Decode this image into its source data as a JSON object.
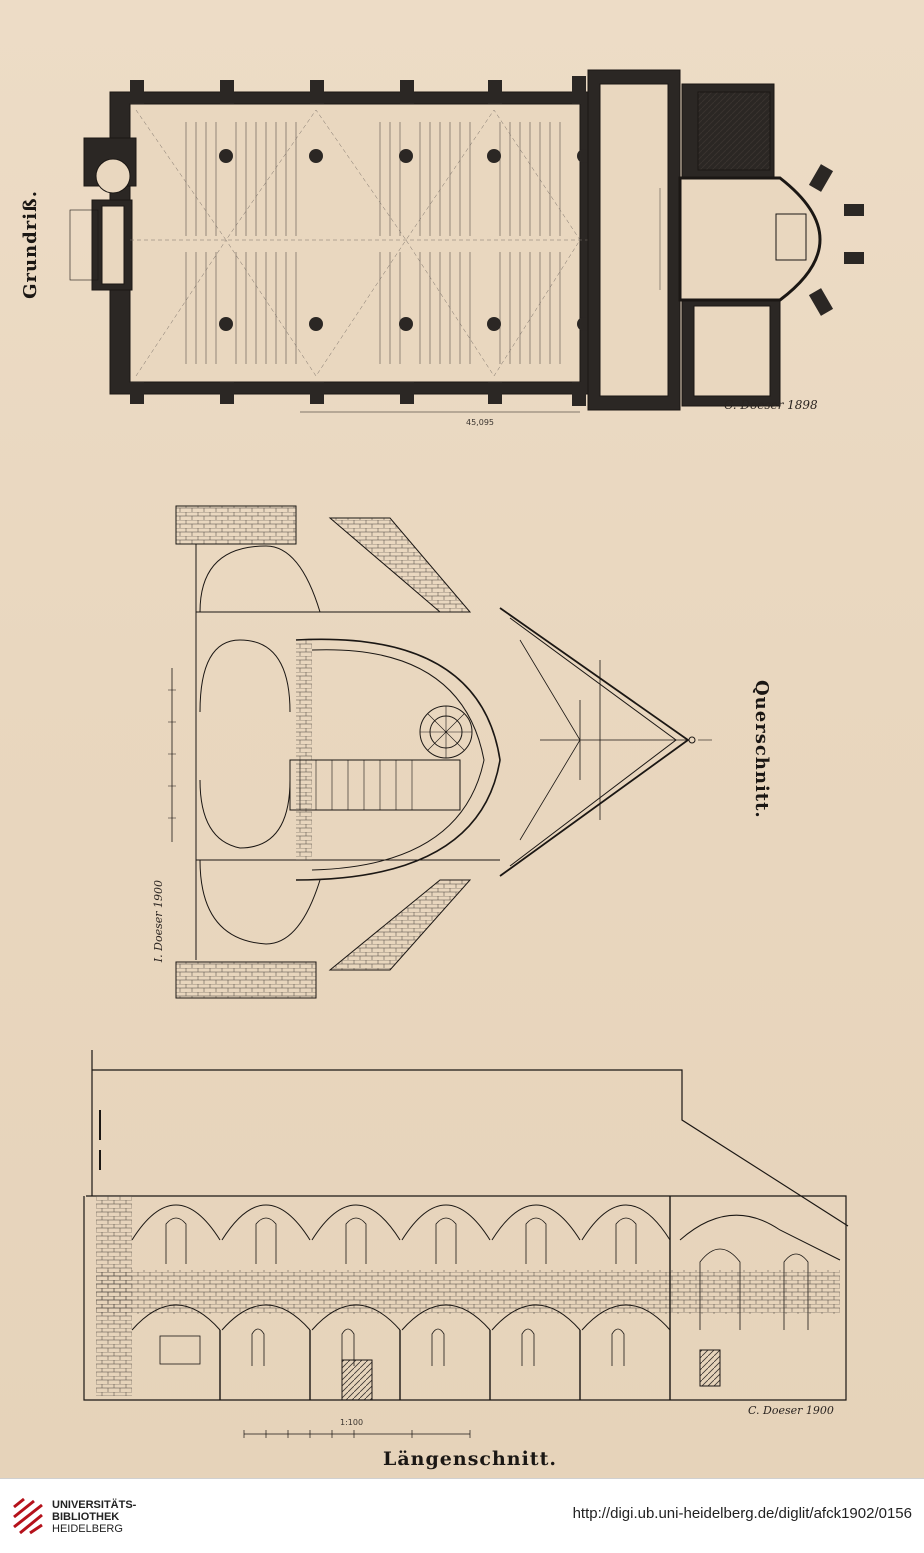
{
  "drawings": {
    "plan": {
      "title": "Grundriß.",
      "signature": "C. Doeser 1898",
      "dimension": "45,095"
    },
    "cross_section": {
      "title": "Querschnitt.",
      "signature": "I. Doeser 1900"
    },
    "longitudinal_section": {
      "title": "Längenschnitt.",
      "signature": "C. Doeser 1900",
      "scale_label": "1:100"
    }
  },
  "footer": {
    "institution_line1": "UNIVERSITÄTS-",
    "institution_line2": "BIBLIOTHEK",
    "institution_line3": "HEIDELBERG",
    "url": "http://digi.ub.uni-heidelberg.de/diglit/afck1902/0156",
    "logo_color": "#b5121b"
  },
  "colors": {
    "paper": "#e9d7bf",
    "ink": "#1b1714",
    "wall_fill": "#2b2724"
  }
}
